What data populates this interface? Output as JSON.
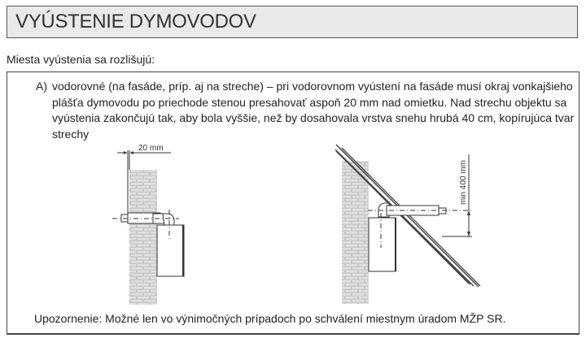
{
  "title": "VYÚSTENIE DYMOVODOV",
  "intro": "Miesta vyústenia sa rozlišujú:",
  "item_a": {
    "label": "A)",
    "text": "vodorovné (na fasáde, príp. aj na streche) – pri vodorovnom vyústení na fasáde musí okraj vonkajšieho plášťa dymovodu po priechode stenou presahovať aspoň 20 mm nad omietku. Nad strechu objektu sa vyústenia zakončujú tak, aby bola vyššie, než by dosahovala vrstva snehu hrubá 40 cm, kopírujúca tvar strechy"
  },
  "diagrams": {
    "wall_dimension": "20 mm",
    "roof_dimension": "min 400 mm"
  },
  "note": "Upozornenie: Možné len vo výnimočných prípadoch po schválení miestnym úradom MŽP SR."
}
